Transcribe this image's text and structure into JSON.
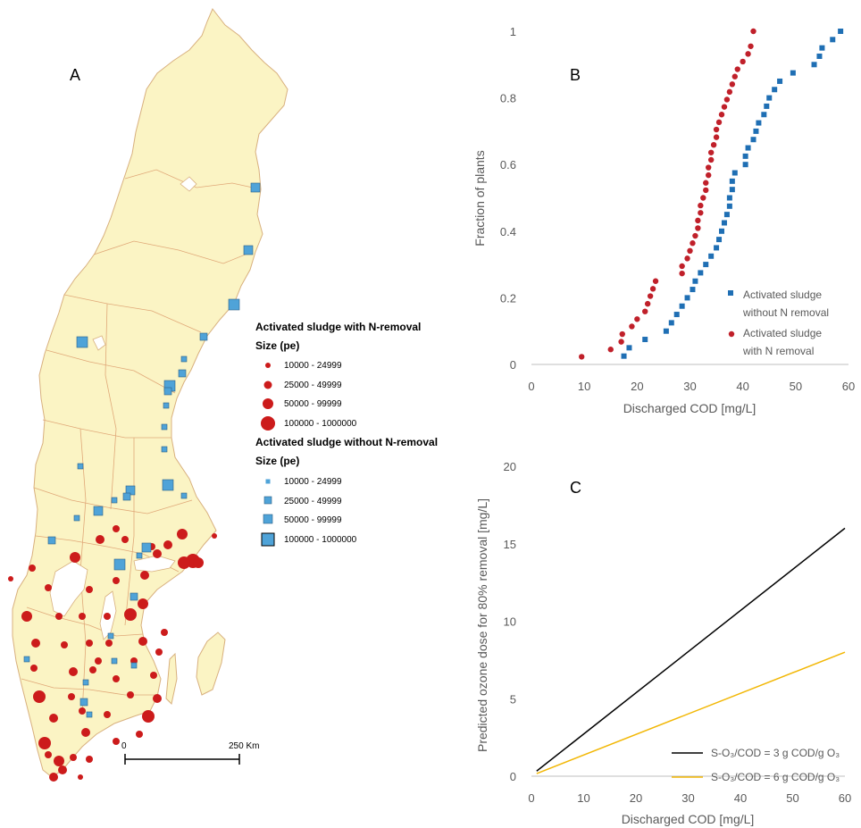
{
  "colors": {
    "blue": "#1f6fb4",
    "red": "#c0202a",
    "map_fill": "#fbf4c4",
    "map_border": "#d8b07e",
    "map_marker_red": "#cc1b1b",
    "map_marker_blue": "#4fa3d8",
    "lineA": "#000000",
    "lineB": "#f2b705"
  },
  "map": {
    "panel_label": "A",
    "legend": {
      "with_title": "Activated sludge with N-removal",
      "with_size_title": "Size (pe)",
      "with_items": [
        "10000 - 24999",
        "25000 - 49999",
        "50000 - 99999",
        "100000 - 1000000"
      ],
      "without_title": "Activated sludge without N-removal",
      "without_size_title": "Size (pe)",
      "without_items": [
        "10000 - 24999",
        "25000 - 49999",
        "50000 - 99999",
        "100000 - 1000000"
      ]
    },
    "scalebar": {
      "start": "0",
      "end": "250 Km"
    }
  },
  "chart_data": [
    {
      "type": "scatter",
      "panel_label": "B",
      "xlabel": "Discharged COD [mg/L]",
      "ylabel": "Fraction of plants",
      "xlim": [
        0,
        60
      ],
      "ylim": [
        0,
        1
      ],
      "xticks": [
        "0",
        "10",
        "20",
        "30",
        "40",
        "50",
        "60"
      ],
      "yticks": [
        "0",
        "0.2",
        "0.4",
        "0.6",
        "0.8",
        "1"
      ],
      "legend_position": "bottom-right",
      "series": [
        {
          "name": "Activated sludge without N removal",
          "marker": "square",
          "color": "#1f6fb4",
          "legend_lines": [
            "Activated sludge",
            "without N removal"
          ],
          "x": [
            17.5,
            18.5,
            21.5,
            25.5,
            26.5,
            27.5,
            28.5,
            29.5,
            30.5,
            31,
            32,
            33,
            34,
            35,
            35.5,
            36,
            36.5,
            37,
            37.5,
            37.5,
            38,
            38,
            38.5,
            40.5,
            40.5,
            41,
            42,
            42.5,
            43,
            44,
            44.5,
            45,
            46,
            47,
            49.5,
            53.5,
            54.5,
            55,
            57,
            58.5
          ],
          "y": [
            0.025,
            0.05,
            0.075,
            0.1,
            0.125,
            0.15,
            0.175,
            0.2,
            0.225,
            0.25,
            0.275,
            0.3,
            0.325,
            0.35,
            0.375,
            0.4,
            0.425,
            0.45,
            0.475,
            0.5,
            0.525,
            0.55,
            0.575,
            0.6,
            0.625,
            0.65,
            0.675,
            0.7,
            0.725,
            0.75,
            0.775,
            0.8,
            0.825,
            0.85,
            0.875,
            0.9,
            0.925,
            0.95,
            0.975,
            1.0
          ]
        },
        {
          "name": "Activated sludge with N removal",
          "marker": "circle",
          "color": "#c0202a",
          "legend_lines": [
            "Activated sludge",
            "with N removal"
          ],
          "x": [
            9.5,
            15,
            17,
            17.2,
            19,
            20,
            21.5,
            22,
            22.5,
            23,
            23.5,
            28.5,
            28.5,
            29.5,
            30,
            30.5,
            31,
            31.5,
            31.5,
            32,
            32,
            32.5,
            33,
            33,
            33.5,
            33.5,
            34,
            34,
            34.5,
            35,
            35,
            35.5,
            36,
            36.5,
            37,
            37.5,
            38,
            38.5,
            39,
            40,
            41,
            41.5,
            42
          ],
          "y": [
            0.023,
            0.045,
            0.068,
            0.091,
            0.114,
            0.136,
            0.159,
            0.182,
            0.205,
            0.227,
            0.25,
            0.273,
            0.295,
            0.318,
            0.341,
            0.364,
            0.386,
            0.409,
            0.432,
            0.455,
            0.477,
            0.5,
            0.523,
            0.545,
            0.568,
            0.591,
            0.614,
            0.636,
            0.659,
            0.682,
            0.705,
            0.727,
            0.75,
            0.773,
            0.795,
            0.818,
            0.841,
            0.864,
            0.886,
            0.909,
            0.932,
            0.955,
            1.0
          ]
        }
      ]
    },
    {
      "type": "line",
      "panel_label": "C",
      "xlabel": "Discharged COD [mg/L]",
      "ylabel": "Predicted ozone dose for 80% removal [mg/L]",
      "xlim": [
        0,
        60
      ],
      "ylim": [
        0,
        20
      ],
      "xticks": [
        "0",
        "10",
        "20",
        "30",
        "40",
        "50",
        "60"
      ],
      "yticks": [
        "0",
        "5",
        "10",
        "15",
        "20"
      ],
      "legend_position": "bottom-right",
      "series": [
        {
          "name": "S-O₃/COD = 3 g COD/g O₃",
          "color": "#000000",
          "x": [
            1,
            60
          ],
          "y": [
            0.33,
            16.0
          ]
        },
        {
          "name": "S-O₃/COD = 6 g COD/g O₃",
          "color": "#f2b705",
          "x": [
            1,
            60
          ],
          "y": [
            0.17,
            8.0
          ]
        }
      ]
    }
  ]
}
